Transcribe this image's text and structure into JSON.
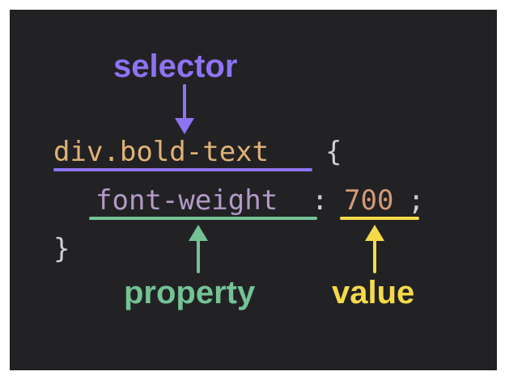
{
  "colors": {
    "background": "#222224",
    "frame": "#ffffff",
    "selector_text": "#e0b277",
    "property_text": "#b39ac7",
    "value_text": "#d39a78",
    "punctuation": "#cfcfd2",
    "selector_accent": "#8e73f5",
    "property_accent": "#74c296",
    "value_accent": "#f4da4a"
  },
  "code": {
    "selector": "div.bold-text",
    "open_brace": "{",
    "property": "font-weight",
    "colon": ":",
    "value": "700",
    "semicolon": ";",
    "close_brace": "}"
  },
  "labels": {
    "selector": "selector",
    "property": "property",
    "value": "value"
  },
  "icons": [
    "arrow-down-icon",
    "arrow-up-icon",
    "arrow-up-icon"
  ]
}
